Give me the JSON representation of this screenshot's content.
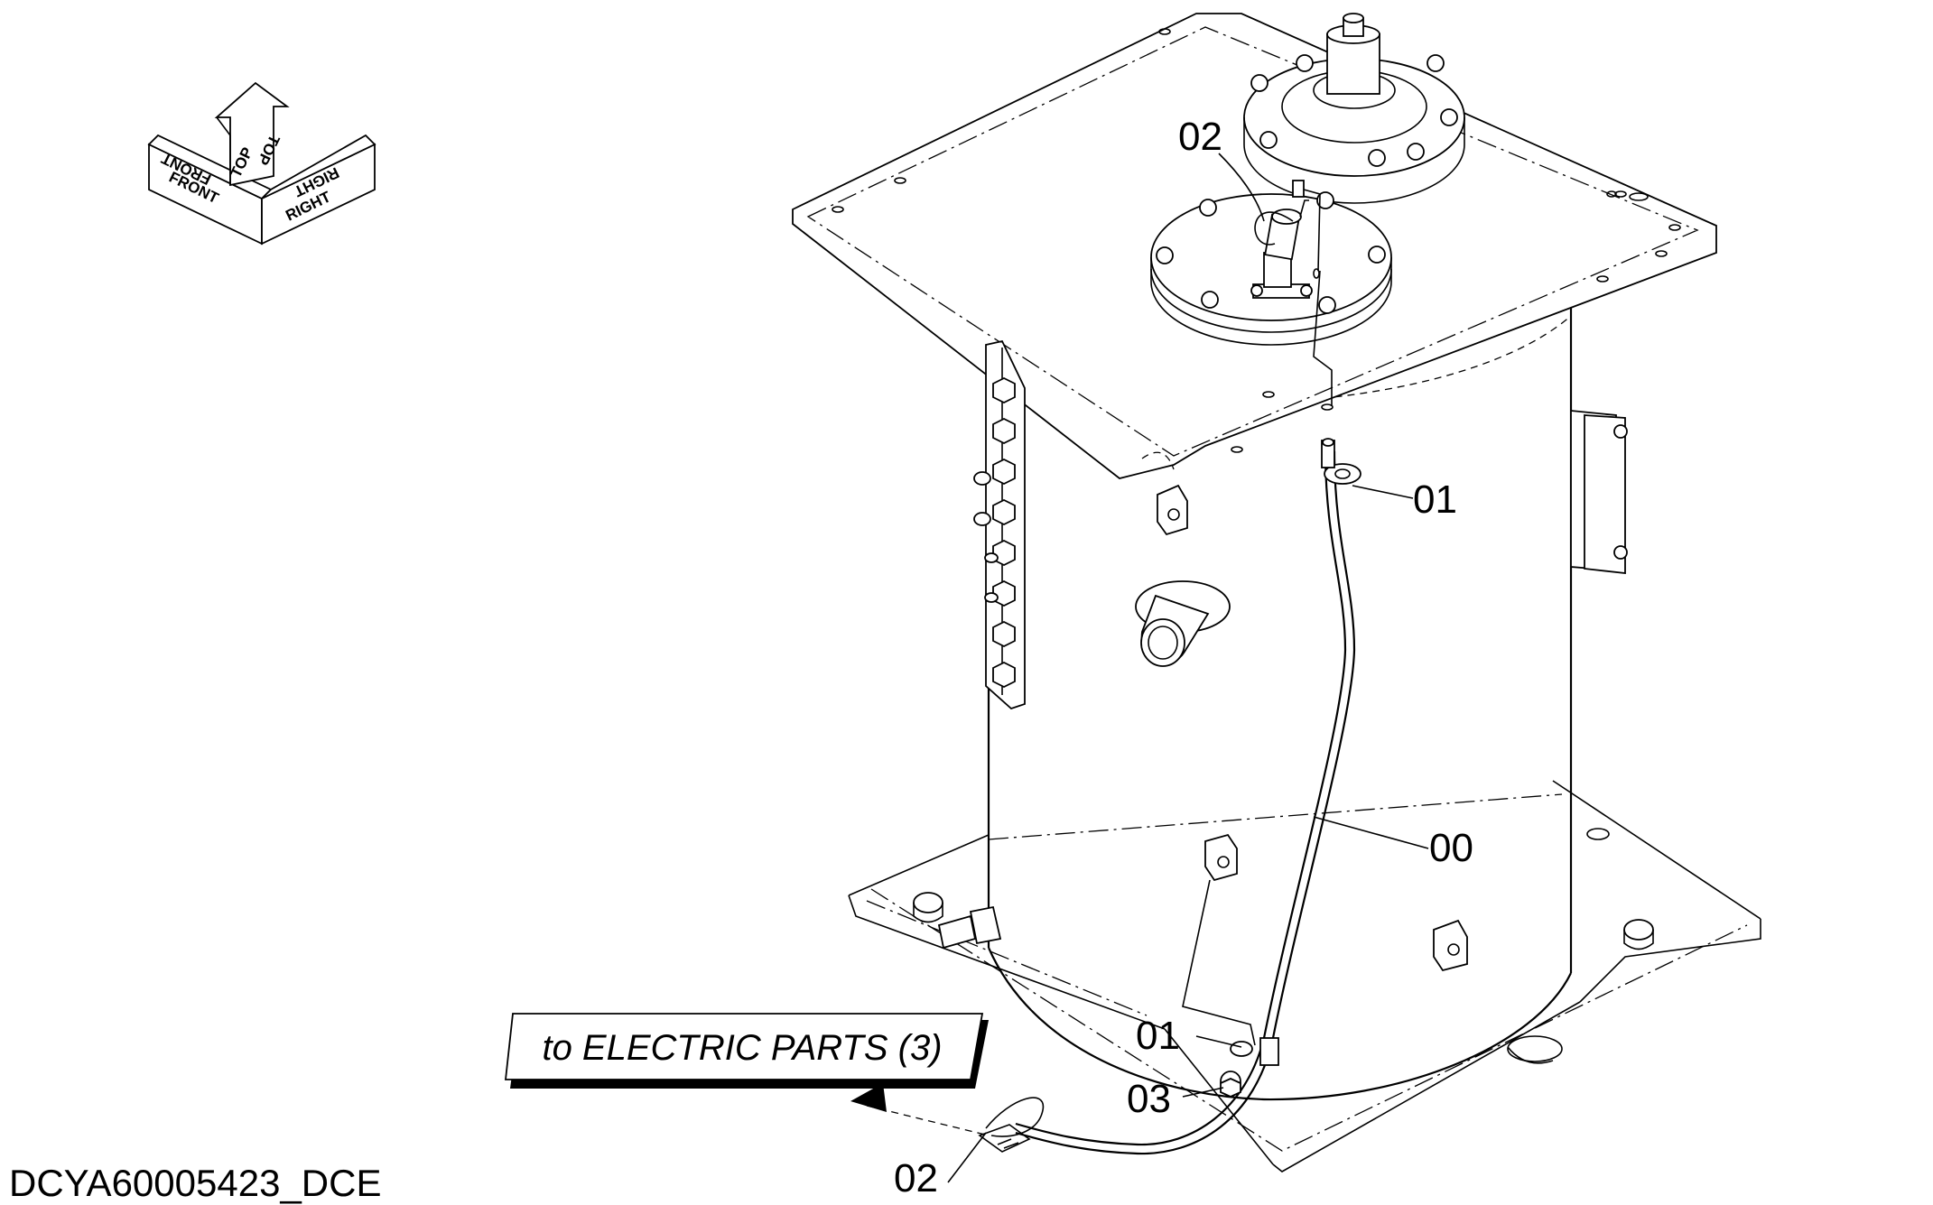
{
  "diagram": {
    "document_id": "DCYA60005423_DCE",
    "reference_box": "to ELECTRIC PARTS (3)",
    "orientation": {
      "front": "FRONT",
      "top": "TOP",
      "right": "RIGHT"
    },
    "callouts": {
      "c02_top": "02",
      "c01_top": "01",
      "c00": "00",
      "c01_bottom": "01",
      "c03": "03",
      "c02_bottom": "02"
    }
  }
}
